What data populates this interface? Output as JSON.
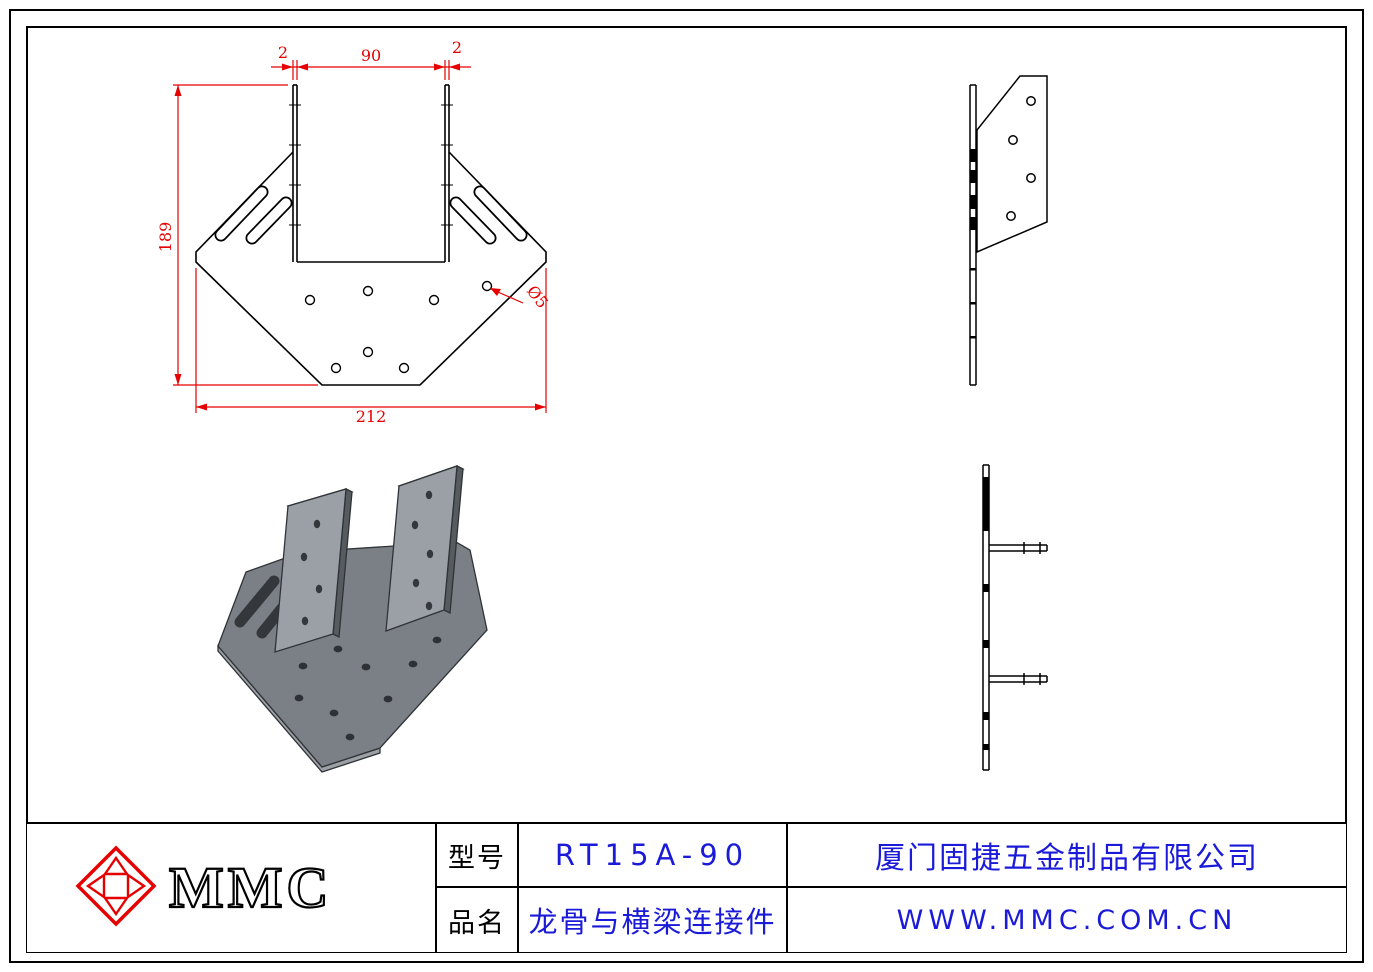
{
  "front_view": {
    "dim_left_thickness": "2",
    "dim_width": "90",
    "dim_right_thickness": "2",
    "dim_height": "189",
    "dim_total_width": "212",
    "dim_hole_diameter": "Ø5"
  },
  "title_block": {
    "logo_text": "MMC",
    "model_label": "型号",
    "model_value": "RT15A-90",
    "company_name": "厦门固捷五金制品有限公司",
    "product_label": "品名",
    "product_value": "龙骨与横梁连接件",
    "website": "WWW.MMC.COM.CN"
  },
  "colors": {
    "dimension_red": "#e60000",
    "logo_red": "#e60000",
    "title_text_blue": "#1a1ad8",
    "line_black": "#000000"
  }
}
